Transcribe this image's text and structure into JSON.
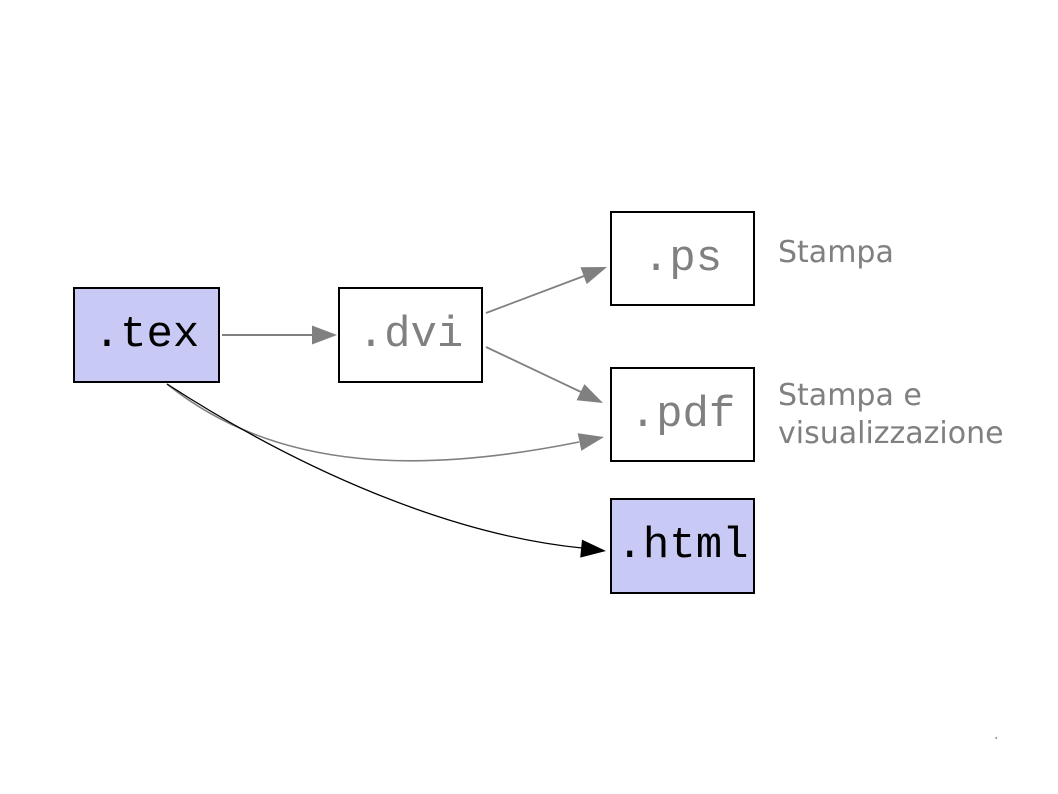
{
  "diagram": {
    "nodes": {
      "tex": {
        "label": ".tex",
        "fill": "#c9c9f5",
        "text_color": "#000000"
      },
      "dvi": {
        "label": ".dvi",
        "fill": "#ffffff",
        "text_color": "#808080"
      },
      "ps": {
        "label": ".ps",
        "fill": "#ffffff",
        "text_color": "#808080"
      },
      "pdf": {
        "label": ".pdf",
        "fill": "#ffffff",
        "text_color": "#808080"
      },
      "html": {
        "label": ".html",
        "fill": "#c9c9f5",
        "text_color": "#000000"
      }
    },
    "edges": [
      {
        "from": ".tex",
        "to": ".dvi",
        "color": "#808080",
        "style": "straight"
      },
      {
        "from": ".dvi",
        "to": ".ps",
        "color": "#808080",
        "style": "straight"
      },
      {
        "from": ".dvi",
        "to": ".pdf",
        "color": "#808080",
        "style": "straight"
      },
      {
        "from": ".tex",
        "to": ".pdf",
        "color": "#808080",
        "style": "curved"
      },
      {
        "from": ".tex",
        "to": ".html",
        "color": "#000000",
        "style": "curved"
      }
    ],
    "annotations": {
      "ps": {
        "line1": "Stampa"
      },
      "pdf": {
        "line1": "Stampa e",
        "line2": "visualizzazione"
      }
    },
    "corner_mark": ".",
    "colors": {
      "node_highlight_fill": "#c9c9f5",
      "node_border": "#000000",
      "muted_text": "#808080",
      "arrow_gray": "#808080",
      "arrow_black": "#000000",
      "background": "#ffffff"
    }
  }
}
